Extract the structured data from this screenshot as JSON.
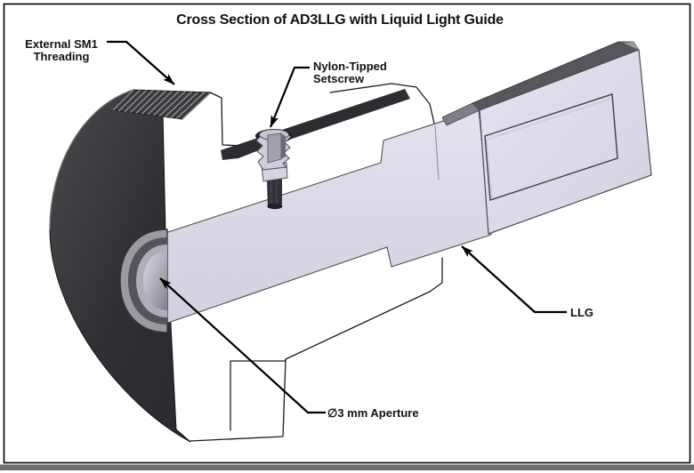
{
  "figure": {
    "title": "Cross Section of AD3LLG with Liquid Light Guide",
    "labels": {
      "threading1": "External SM1",
      "threading2": "Threading",
      "setscrew1": "Nylon-Tipped",
      "setscrew2": "Setscrew",
      "llg": "LLG",
      "aperture": "∅3 mm Aperture"
    },
    "colors": {
      "outline": "#1c1c1c",
      "body_dark": "#333338",
      "thread_facet": "#3b3b3e",
      "llg_lavender": "#d8d8e5",
      "cut_face": "#ffffff",
      "footer_bar": "#6e6e6e",
      "leader": "#000000"
    }
  }
}
